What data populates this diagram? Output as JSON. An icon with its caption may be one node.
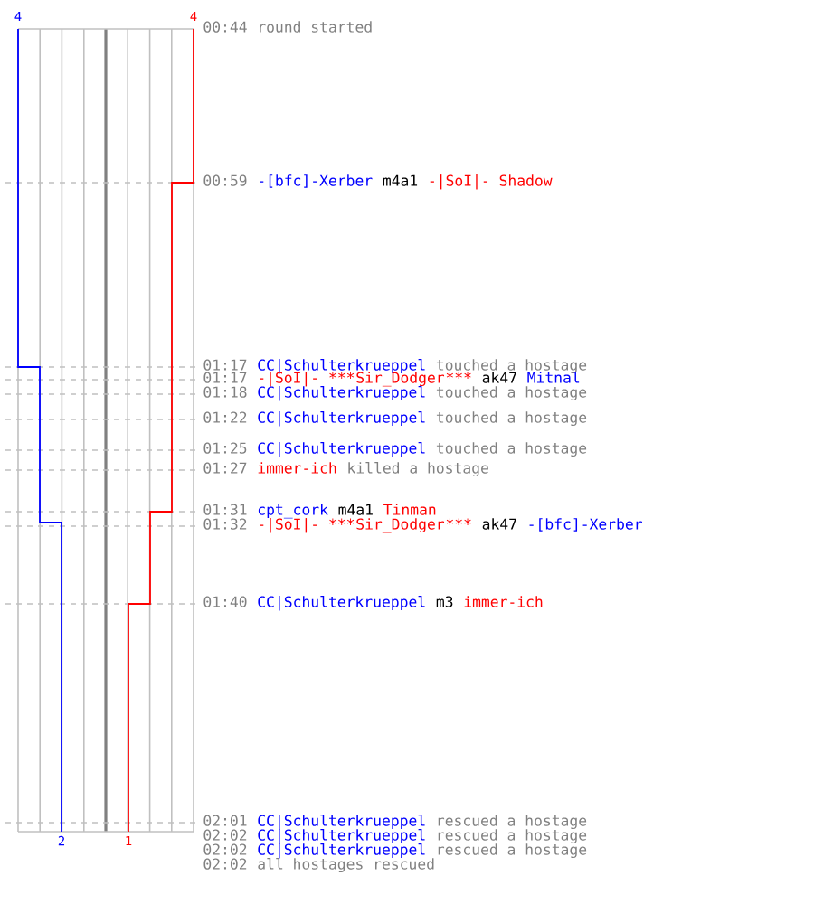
{
  "diagram": {
    "labels": [
      "4",
      "4",
      "00:44",
      "round started",
      "00:59",
      "-[bfc]-Xerber",
      "m4a1",
      "-|SoI|- Shadow",
      "01:17",
      "CC|Schulterkrueppel",
      "touched a hostage",
      "01:17",
      "-|SoI|- ***",
      "Sir_Dodger",
      "***",
      "ak47",
      "Mitnal",
      "01:18",
      "CC|Schulterkrueppel",
      "touched a hostage",
      "01:22",
      "CC|Schulterkrueppel",
      "touched a hostage",
      "01:25",
      "CC|Schulterkrueppel",
      "touched a hostage",
      "01:27",
      "immer-ich",
      "killed a hostage",
      "01:31",
      "cpt_cork",
      "m4a1",
      "Tinman",
      "01:32",
      "-|SoI|- ***",
      "Sir_Dodger",
      "***",
      "ak47",
      "-[bfc]-Xerber",
      "01:40",
      "CC|Schulterkrueppel",
      "m3",
      "immer-ich",
      "02:01",
      "CC|Schulterkrueppel",
      "rescued a hostage",
      "02:02",
      "CC|Schulterkrueppel",
      "rescued a hostage",
      "02:02",
      "CC|Schulterkrueppel",
      "rescued a hostage",
      "02:02",
      "all hostages rescued",
      "2",
      "1"
    ]
  }
}
